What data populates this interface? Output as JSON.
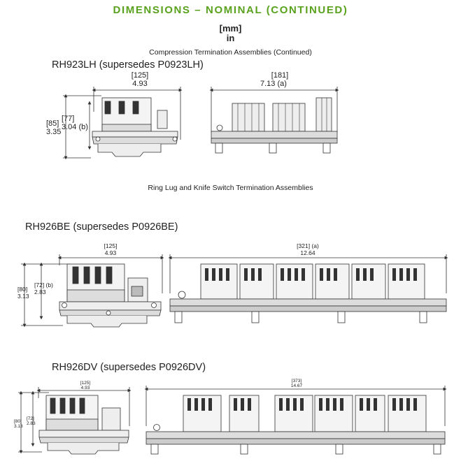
{
  "header": {
    "title": "DIMENSIONS – NOMINAL (CONTINUED)",
    "unit_mm": "[mm]",
    "unit_in": "in",
    "title_color": "#5aa21e"
  },
  "sections": {
    "compression": "Compression Termination Assemblies (Continued)",
    "ring_lug": "Ring Lug and Knife Switch Termination Assemblies"
  },
  "rh923lh": {
    "name": "RH923LH (supersedes P0923LH)",
    "width_mm": "[125]",
    "width_in": "4.93",
    "len_mm": "[181]",
    "len_in": "7.13 (a)",
    "h1_mm": "[85]",
    "h1_in": "3.35",
    "h2_mm": "[77]",
    "h2_in": "3.04 (b)"
  },
  "rh926be": {
    "name": "RH926BE (supersedes P0926BE)",
    "width_mm": "[125]",
    "width_in": "4.93",
    "len_mm": "[321] (a)",
    "len_in": "12.64",
    "h1_mm": "[80]",
    "h1_in": "3.13",
    "h2_mm": "[72] (b)",
    "h2_in": "2.83"
  },
  "rh926dv": {
    "name": "RH926DV (supersedes P0926DV)",
    "width_mm": "[125]",
    "width_in": "4.93",
    "len_mm": "[373]",
    "len_in": "14.67",
    "h1_mm": "[80]",
    "h1_in": "3.13",
    "h2_mm": "[72]",
    "h2_in": "2.83"
  }
}
